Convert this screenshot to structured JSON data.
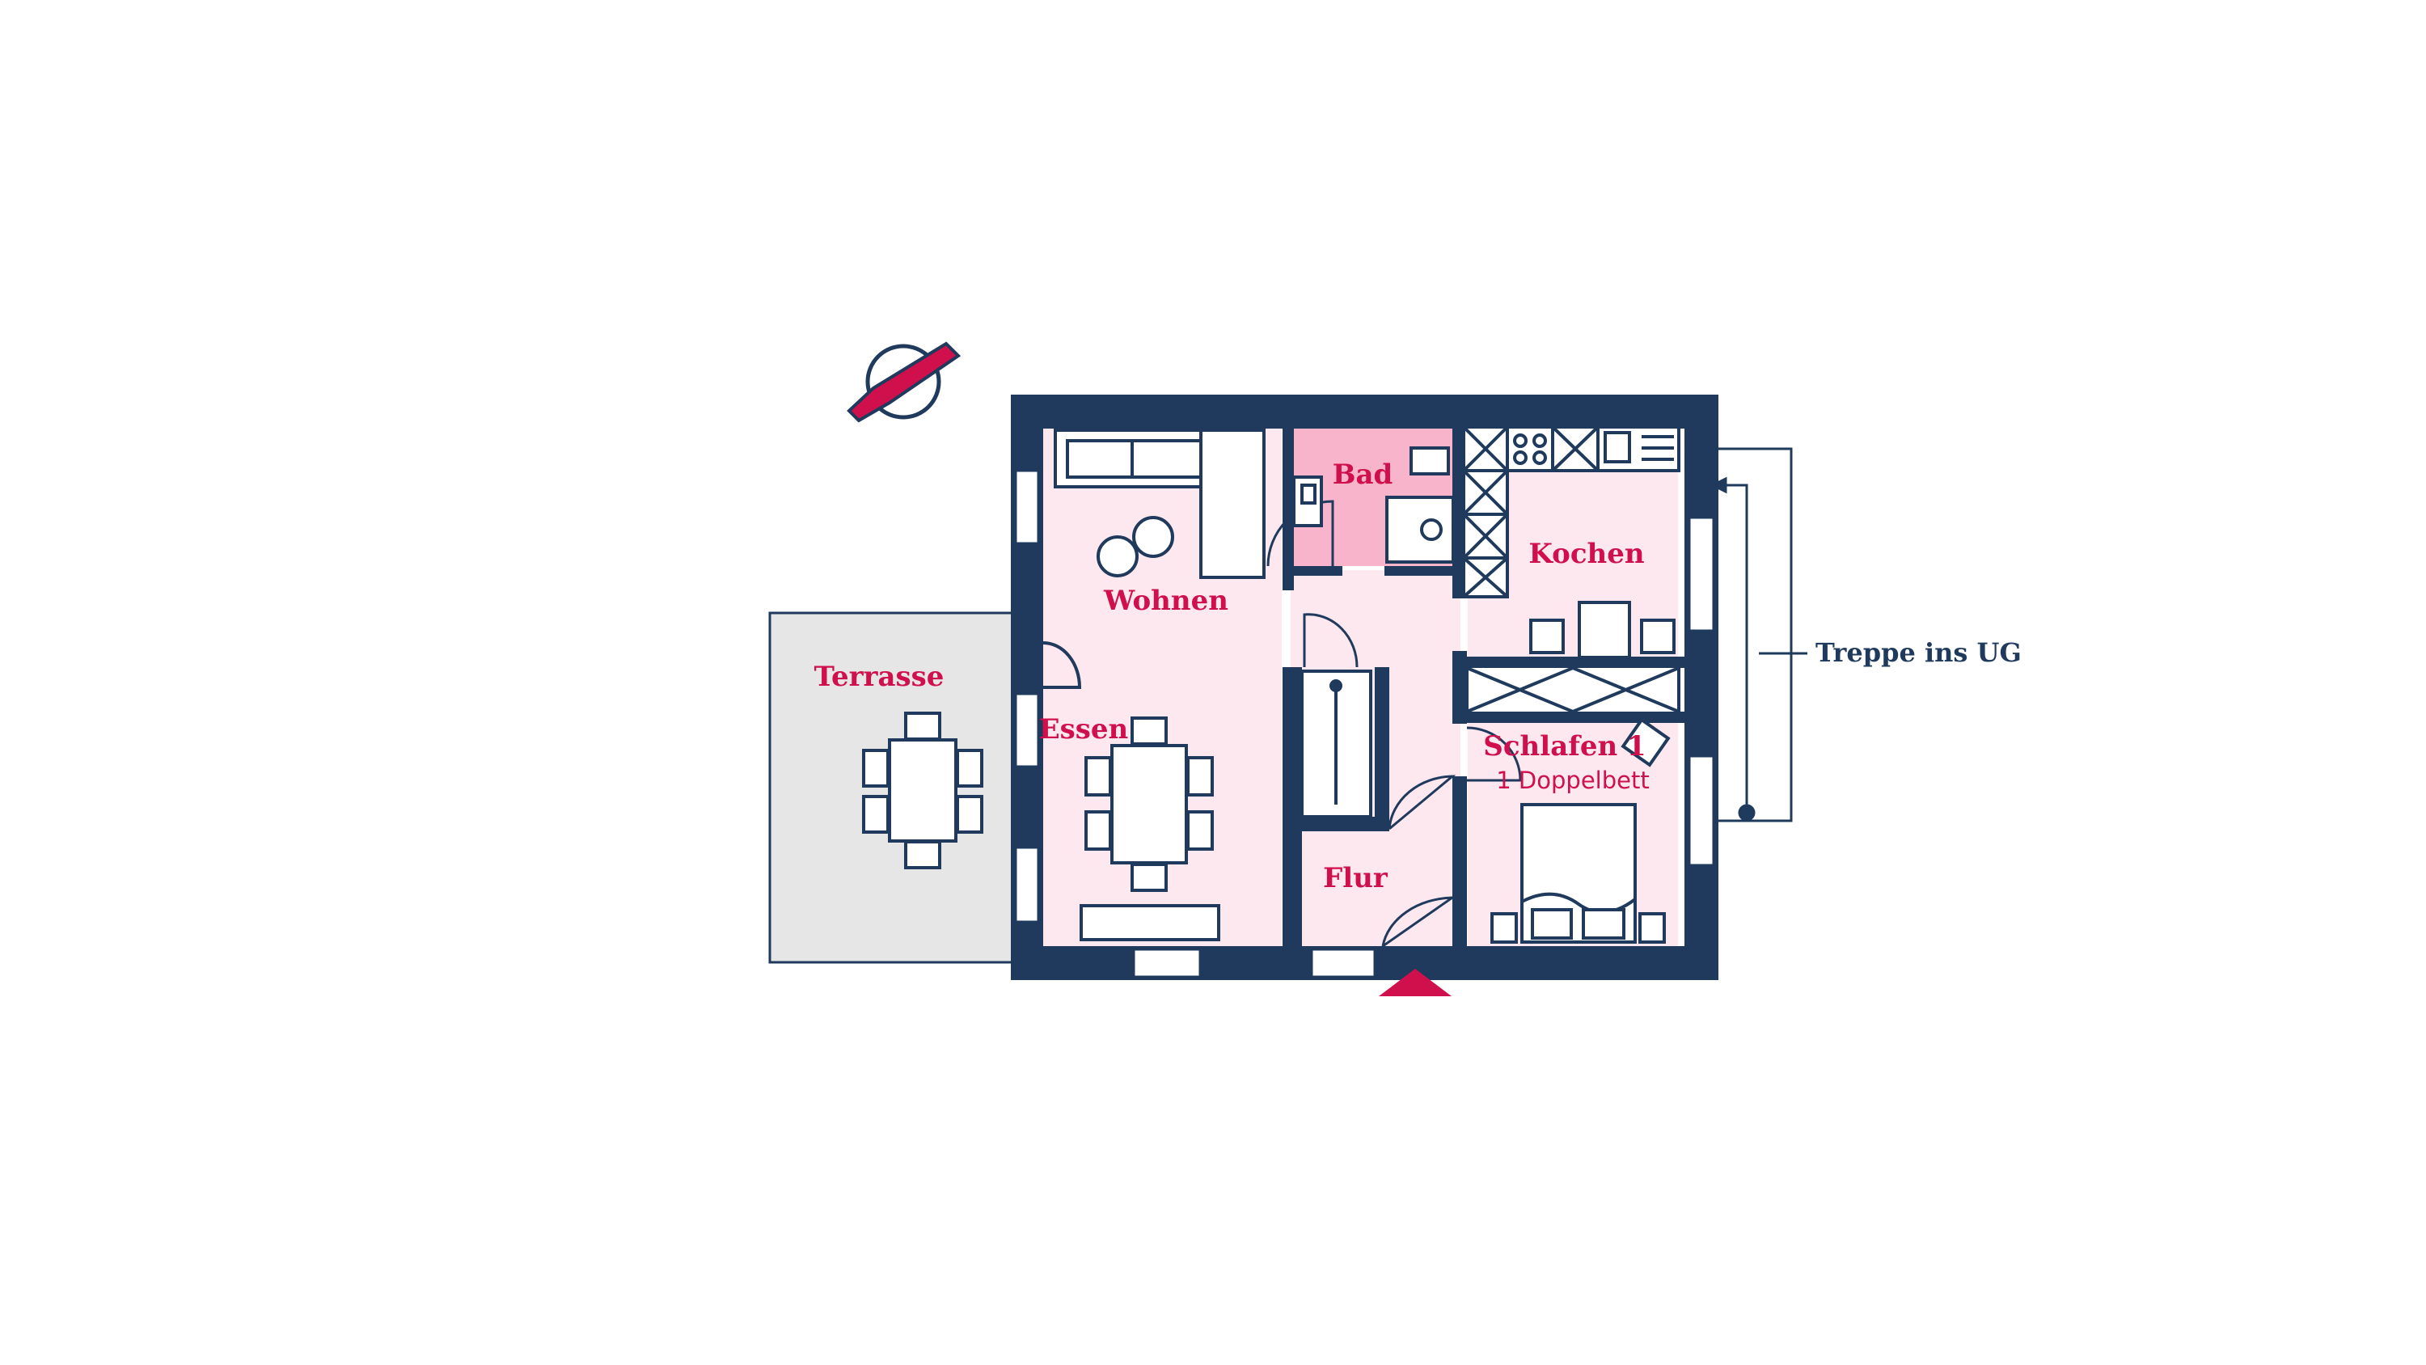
{
  "rooms": {
    "bad": "Bad",
    "wohnen": "Wohnen",
    "kochen": "Kochen",
    "terrasse": "Terrasse",
    "essen": "Essen",
    "schlafen": "Schlafen 1",
    "schlafen_sub": "1 Doppelbett",
    "flur": "Flur"
  },
  "annotations": {
    "stairs": "Treppe ins UG"
  },
  "icons": [
    "compass-icon",
    "entrance-arrow-icon"
  ],
  "colors": {
    "wall": "#1f3a5c",
    "room_fill": "#fde8ef",
    "bath_fill": "#f8b4cb",
    "terrace_fill": "#e6e6e6",
    "accent": "#d0104c"
  }
}
